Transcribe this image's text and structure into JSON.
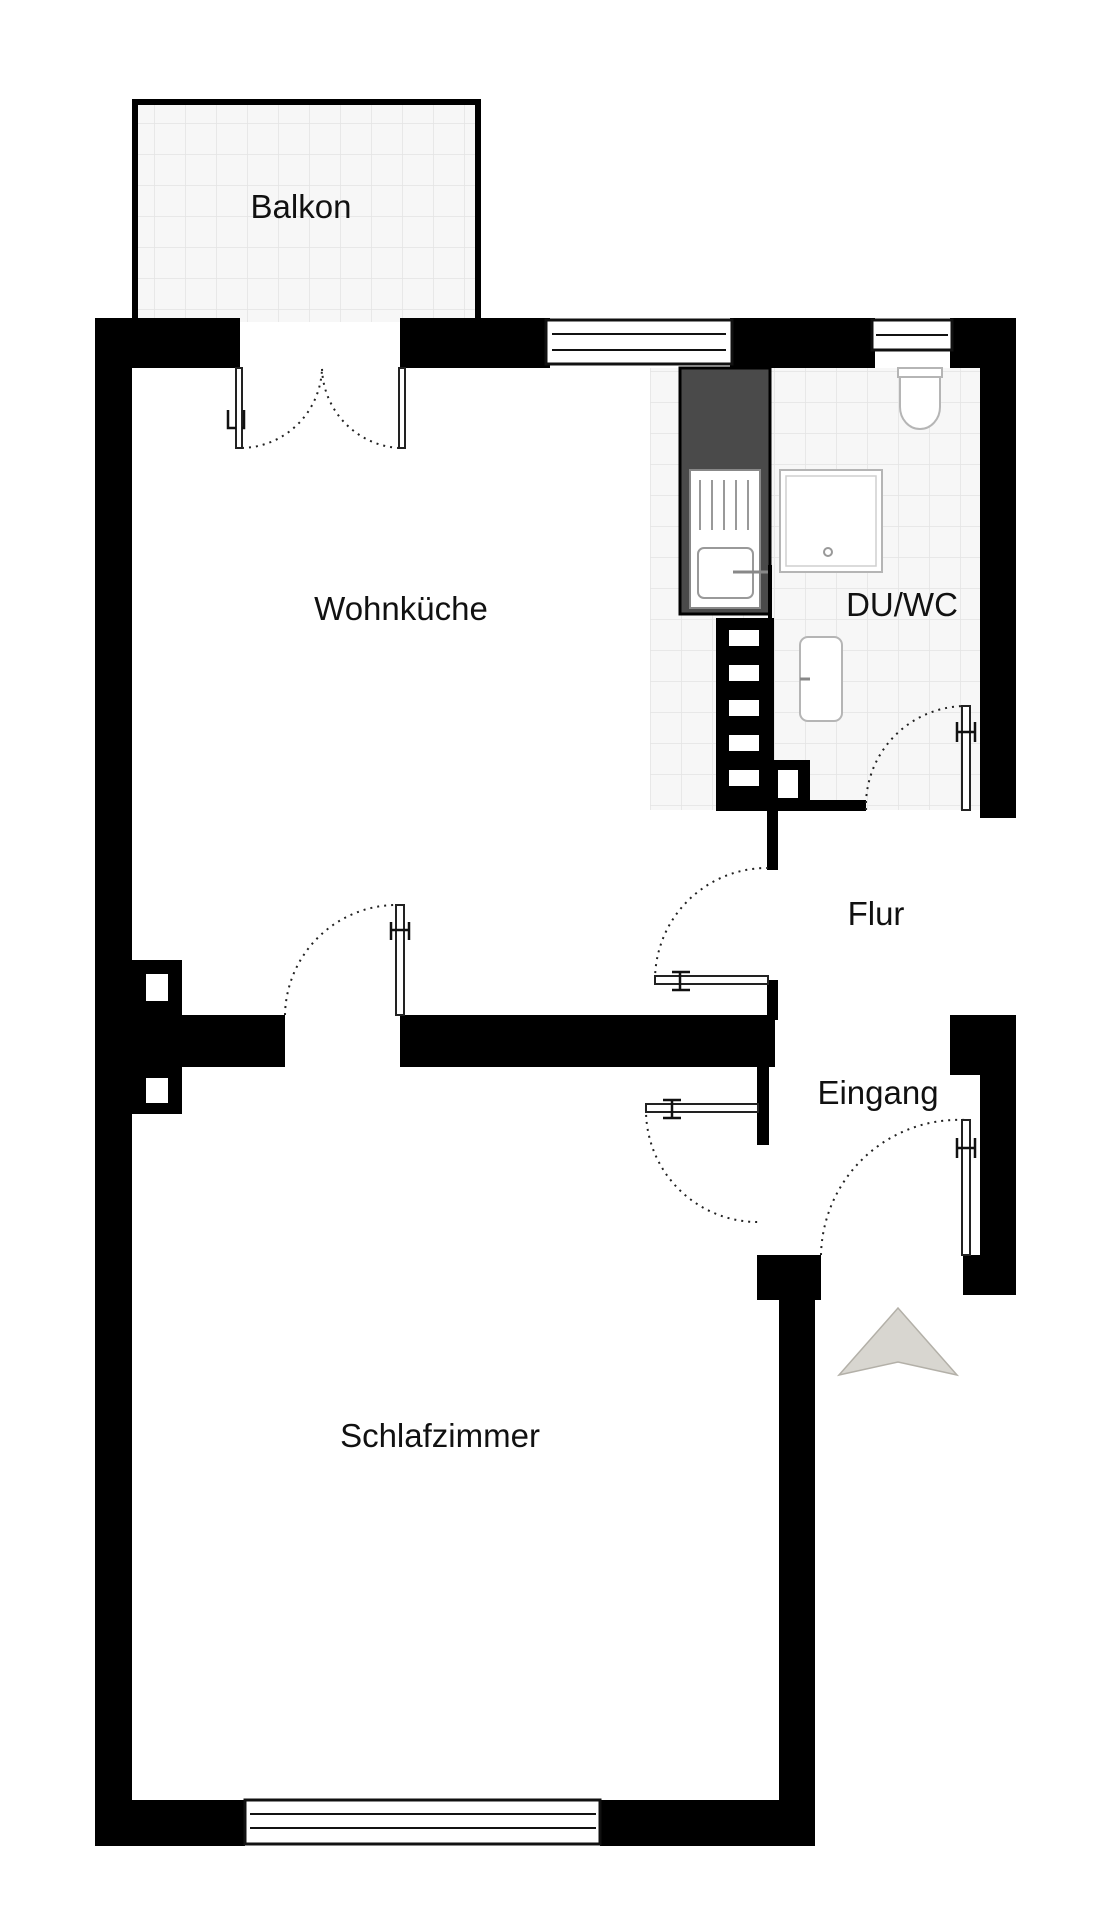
{
  "rooms": {
    "balkon": "Balkon",
    "wohnkueche": "Wohnküche",
    "du_wc": "DU/WC",
    "flur": "Flur",
    "eingang": "Eingang",
    "schlafzimmer": "Schlafzimmer"
  },
  "colors": {
    "wall": "#000000",
    "tile_fill": "#f7f7f7",
    "tile_grid": "#e4e4e4",
    "kitchen_counter": "#4a4a4a",
    "entrance_arrow": "#d8d6d0"
  }
}
